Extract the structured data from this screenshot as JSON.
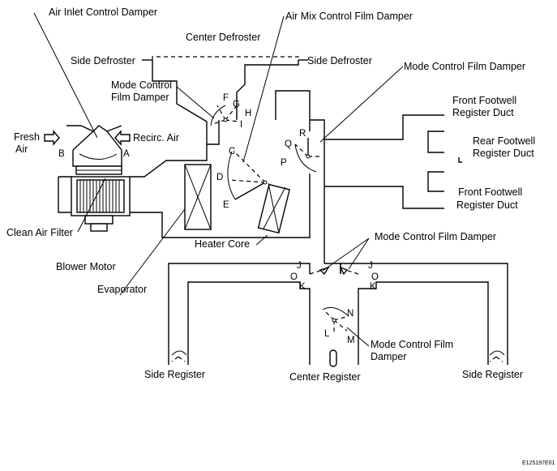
{
  "labels": {
    "air_inlet_damper": "Air Inlet Control Damper",
    "air_mix_damper": "Air Mix Control Film Damper",
    "center_defroster": "Center Defroster",
    "side_defroster_left": "Side Defroster",
    "side_defroster_right": "Side Defroster",
    "mode_damper_upper_left_1": "Mode Control",
    "mode_damper_upper_left_2": "Film Damper",
    "mode_damper_upper_right": "Mode Control Film Damper",
    "front_footwell_1a": "Front Footwell",
    "front_footwell_1b": "Register Duct",
    "rear_footwell_a": "Rear Footwell",
    "rear_footwell_b": "Register Duct",
    "front_footwell_2a": "Front Footwell",
    "front_footwell_2b": "Register Duct",
    "fresh_air_1": "Fresh",
    "fresh_air_2": "Air",
    "recirc_air": "Recirc. Air",
    "clean_air_filter": "Clean Air Filter",
    "blower_motor": "Blower Motor",
    "evaporator": "Evaporator",
    "heater_core": "Heater Core",
    "mode_damper_middle": "Mode Control Film Damper",
    "mode_damper_lower_1": "Mode Control Film",
    "mode_damper_lower_2": "Damper",
    "side_register_left": "Side Register",
    "center_register": "Center Register",
    "side_register_right": "Side Register",
    "code": "E125197E01"
  },
  "letters": {
    "a": "A",
    "b": "B",
    "c": "C",
    "d": "D",
    "e": "E",
    "f": "F",
    "g": "G",
    "h": "H",
    "i": "I",
    "q": "Q",
    "r": "R",
    "p": "P",
    "j_left": "J",
    "j_right": "J",
    "o_left": "O",
    "o_right": "O",
    "k_left": "K",
    "k_right": "K",
    "l": "L",
    "m": "M",
    "n": "N"
  }
}
